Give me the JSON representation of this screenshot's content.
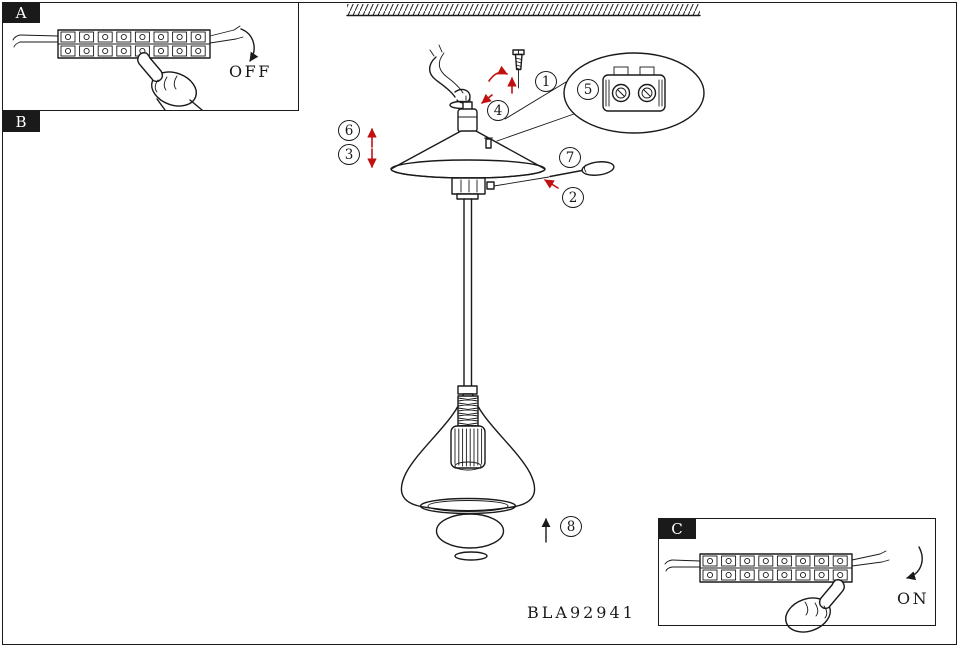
{
  "colors": {
    "ink": "#1a1a1a",
    "red": "#c01010"
  },
  "panels": {
    "a": {
      "tag": "A",
      "state_label": "OFF"
    },
    "b": {
      "tag": "B"
    },
    "c": {
      "tag": "C",
      "state_label": "ON"
    }
  },
  "callouts": {
    "c1": "1",
    "c2": "2",
    "c3": "3",
    "c4": "4",
    "c5": "5",
    "c6": "6",
    "c7": "7",
    "c8": "8"
  },
  "footer": {
    "model_number": "BLA92941"
  },
  "icons": {
    "ceiling_hatch": "hatched-ceiling-strip",
    "terminal_strip": "wiring-terminal-block",
    "pointing_hand": "hand-pressing-terminal",
    "rotate_arrow": "curved-direction-arrow",
    "screw": "slotted-mounting-screw",
    "screwdriver": "flat-screwdriver",
    "canopy": "ceiling-canopy-cone",
    "glass_shade": "teardrop-glass-shade",
    "bulb": "globe-light-bulb",
    "insert_arrow": "upward-insert-arrow",
    "adjust_arrow": "red-up-down-adjust-arrow"
  }
}
